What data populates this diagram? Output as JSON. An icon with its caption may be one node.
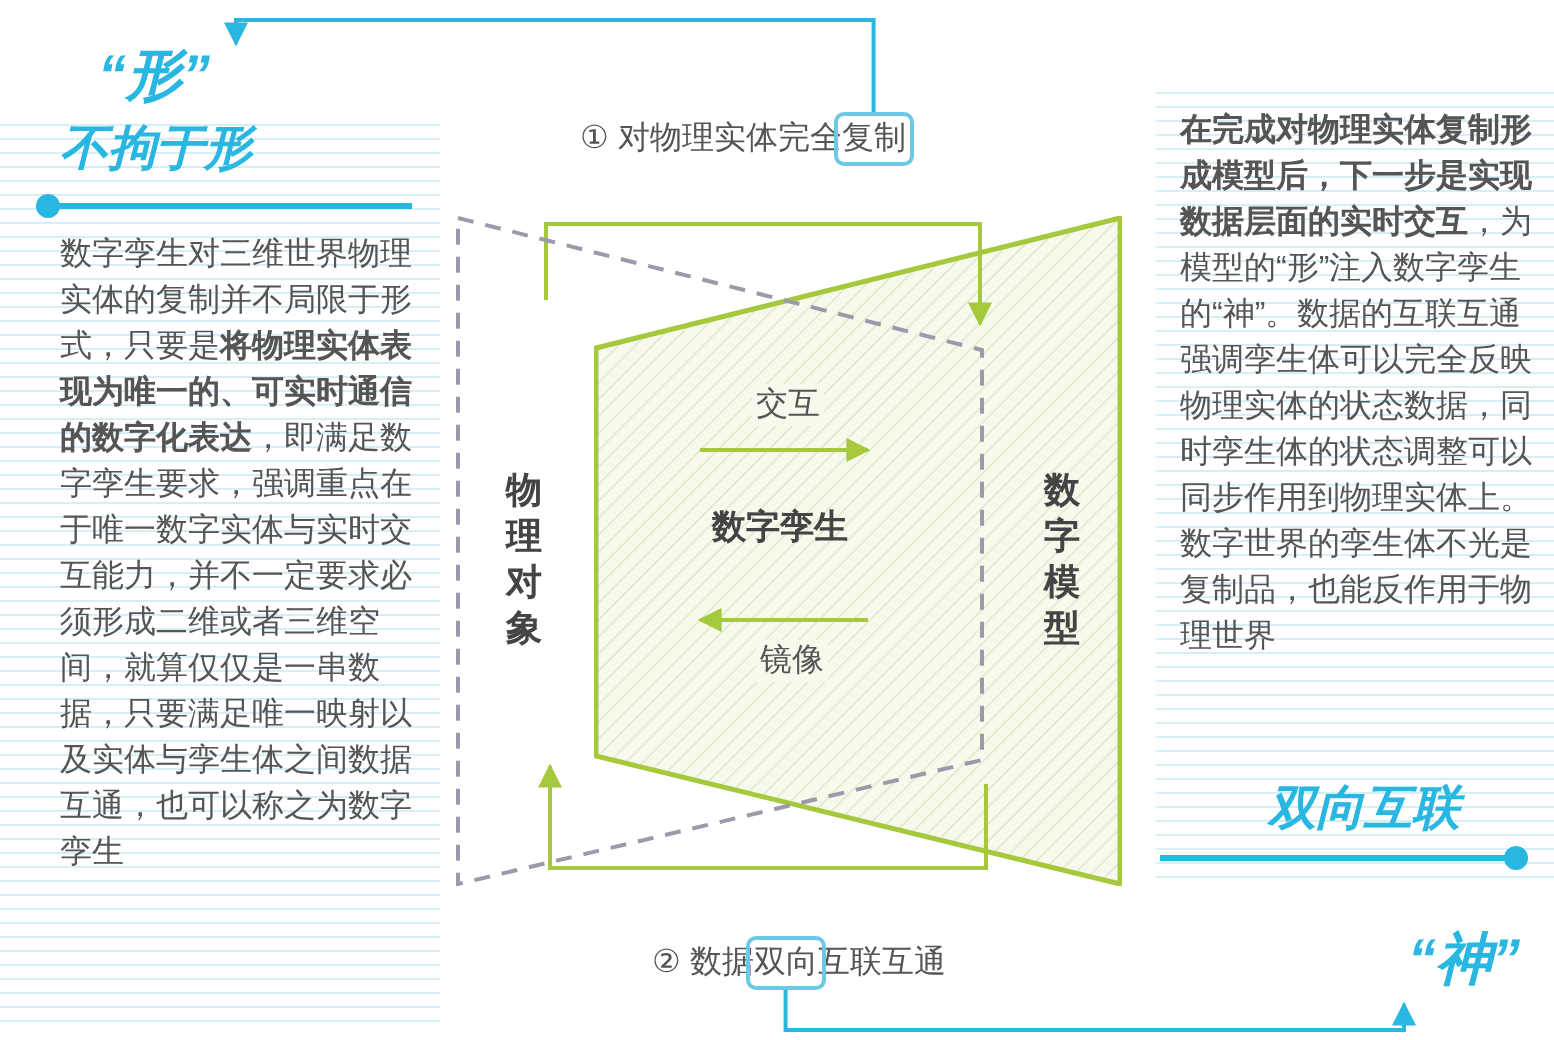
{
  "diagram": {
    "nodes": [
      {
        "text": [
          "“形”"
        ]
      },
      {
        "text": [
          "不拘于形",
          "数字孪生对三维世界物理实体的复制并不局限于形式，只要是**将物理实体表现为唯一的、可实时通信的数字化表达**，即满足数字孪生要求，强调重点在于唯一数字实体与实时交互能力，并不一定要求必须形成二维或者三维空间，就算仅仅是一串数据，只要满足唯一映射以及实体与孪生体之间数据互通，也可以称之为数字孪生"
        ]
      },
      {
        "text": [
          "**在完成对物理实体复制形成模型后，下一步是实现数据层面的实时交互**，为模型的“形”注入数字孪生的“神”。数据的互联互通强调孪生体可以完全反映物理实体的状态数据，同时孪生体的状态调整可以同步作用到物理实体上。数字世界的孪生体不光是复制品，也能反作用于物理世界",
          "双向互联"
        ]
      },
      {
        "text": [
          "“神”"
        ]
      },
      {
        "text": [
          "① 对物理实体完全复制"
        ]
      },
      {
        "text": [
          "② 数据双向互联互通"
        ]
      },
      {
        "text": [
          "物理对象"
        ]
      },
      {
        "text": [
          "数字模型"
        ]
      }
    ],
    "edges": [
      {
        "from": 4,
        "to": 0,
        "arrow": "to",
        "color": "#29b6e0"
      },
      {
        "from": 5,
        "to": 3,
        "arrow": "to",
        "color": "#29b6e0"
      },
      {
        "from": 6,
        "to": 7,
        "arrow": "to"
      },
      {
        "from": 6,
        "to": 7,
        "arrow": "to",
        "label": "交互"
      },
      {
        "from": 7,
        "to": 6,
        "arrow": "to",
        "label": "镜像"
      },
      {
        "from": 7,
        "to": 6,
        "arrow": "to"
      }
    ],
    "labels": [
      "数字孪生"
    ]
  }
}
